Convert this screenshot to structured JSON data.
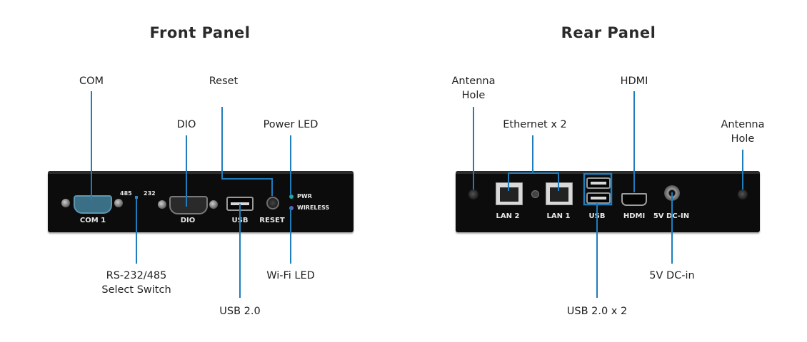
{
  "front": {
    "title": "Front Panel",
    "callouts": {
      "com": "COM",
      "reset": "Reset",
      "dio": "DIO",
      "power_led": "Power LED",
      "rs_switch_line1": "RS-232/485",
      "rs_switch_line2": "Select Switch",
      "wifi_led": "Wi-Fi LED",
      "usb": "USB 2.0"
    },
    "panel_labels": {
      "com1": "COM 1",
      "dio": "DIO",
      "usb": "USB",
      "reset": "RESET",
      "pwr": "PWR",
      "wireless": "WIRELESS",
      "s485": "485",
      "s232": "232"
    }
  },
  "rear": {
    "title": "Rear Panel",
    "callouts": {
      "antenna_left_line1": "Antenna",
      "antenna_left_line2": "Hole",
      "ethernet": "Ethernet x 2",
      "hdmi": "HDMI",
      "antenna_right_line1": "Antenna",
      "antenna_right_line2": "Hole",
      "dcin": "5V DC-in",
      "usb": "USB 2.0 x 2"
    },
    "panel_labels": {
      "lan2": "LAN 2",
      "lan1": "LAN 1",
      "usb": "USB",
      "hdmi": "HDMI",
      "dcin": "5V DC-IN"
    }
  },
  "colors": {
    "callout_line": "#1e7dbd",
    "device_body": "#0c0c0c",
    "led_pwr": "#1fa7a0",
    "led_wireless": "#6b5fc7"
  }
}
